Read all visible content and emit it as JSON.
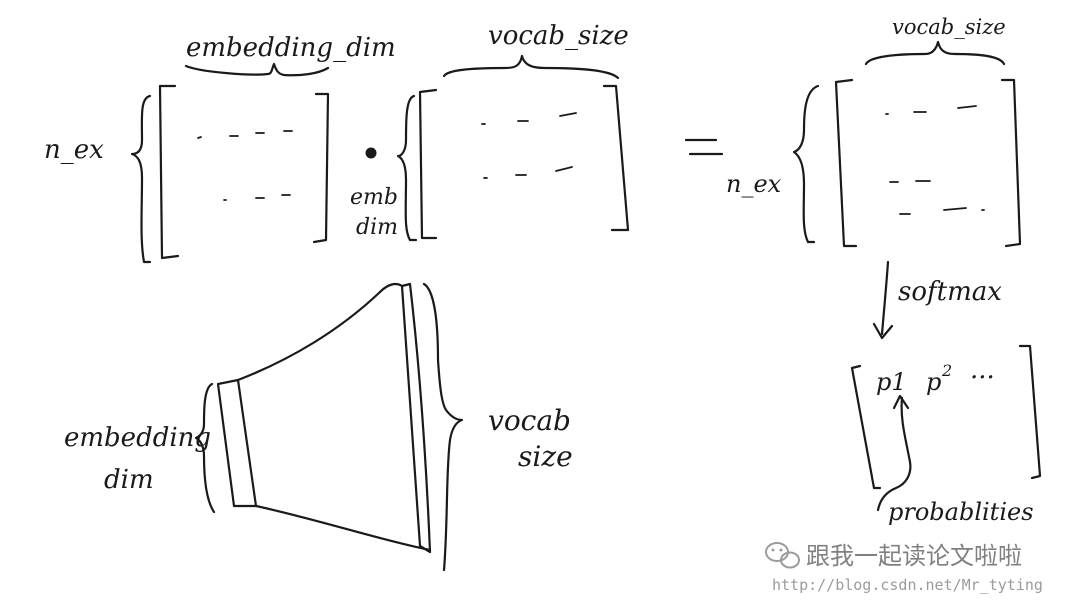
{
  "labels": {
    "embedding_dim_top": "embedding_dim",
    "vocab_size_mid": "vocab_size",
    "vocab_size_right": "vocab_size",
    "n_ex_left": "n_ex",
    "n_ex_right": "n_ex",
    "emb": "emb",
    "dim": "dim",
    "equals": "=",
    "softmax": "softmax",
    "p1": "p1",
    "p2": "p",
    "p2_sup": "2",
    "ellipsis": "...",
    "probablities": "probablities",
    "embedding_bottom": "embedding",
    "dim_bottom": "dim",
    "vocab_bottom": "vocab",
    "size_bottom": "size"
  },
  "watermark": {
    "name": "跟我一起读论文啦啦",
    "url": "http://blog.csdn.net/Mr_tyting",
    "icon": "wechat-icon"
  }
}
